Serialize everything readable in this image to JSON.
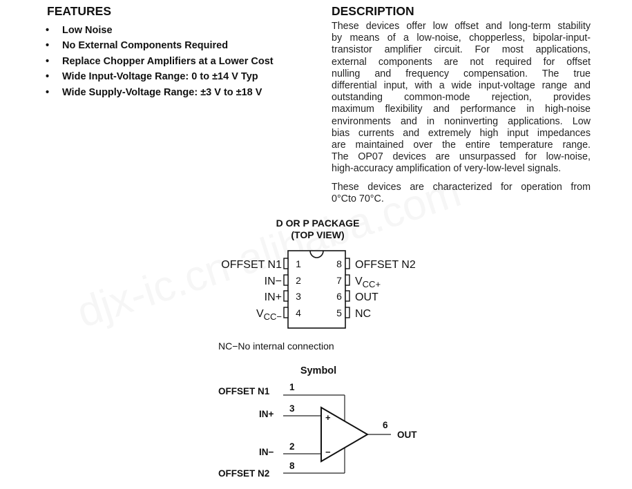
{
  "watermark": "djx-ic.cn alibaba.com",
  "features": {
    "heading": "FEATURES",
    "bullet": "•",
    "items": [
      "Low Noise",
      "No External Components Required",
      "Replace Chopper Amplifiers at a Lower Cost",
      "Wide Input-Voltage Range: 0 to ±14 V Typ",
      "Wide Supply-Voltage Range: ±3 V to ±18 V"
    ]
  },
  "description": {
    "heading": "DESCRIPTION",
    "para1_lines": [
      "These devices offer low offset and long-term stability",
      "by means of a low-noise, chopperless, bipolar-input-",
      "transistor amplifier circuit. For most applications,",
      "external components are not required for offset",
      "nulling and frequency compensation. The true",
      "differential input, with a wide input-voltage range and",
      "outstanding common-mode rejection, provides",
      "maximum flexibility and performance in high-noise",
      "environments and in noninverting applications. Low",
      "bias currents and extremely high input impedances",
      "are maintained over the entire temperature range.",
      "The OP07 devices are unsurpassed for low-noise,",
      "high-accuracy amplification of very-low-level signals."
    ],
    "para2_lines": [
      "These devices are characterized for operation from",
      "0°Cto 70°C."
    ]
  },
  "package": {
    "title1": "D OR P PACKAGE",
    "title2": "(TOP VIEW)",
    "left_pins": [
      {
        "num": "1",
        "label": "OFFSET N1"
      },
      {
        "num": "2",
        "label": "IN−"
      },
      {
        "num": "3",
        "label": "IN+"
      },
      {
        "num": "4",
        "label": "V",
        "sub": "CC−"
      }
    ],
    "right_pins": [
      {
        "num": "8",
        "label": "OFFSET N2"
      },
      {
        "num": "7",
        "label": "V",
        "sub": "CC+"
      },
      {
        "num": "6",
        "label": "OUT"
      },
      {
        "num": "5",
        "label": "NC"
      }
    ],
    "note": "NC−No internal connection"
  },
  "symbol": {
    "title": "Symbol",
    "offset_n1": "OFFSET  N1",
    "pin1": "1",
    "in_plus": "IN+",
    "pin3": "3",
    "in_minus": "IN−",
    "pin2": "2",
    "offset_n2": "OFFSET  N2",
    "pin8": "8",
    "out": "OUT",
    "pin6": "6",
    "plus": "+",
    "minus": "−"
  }
}
